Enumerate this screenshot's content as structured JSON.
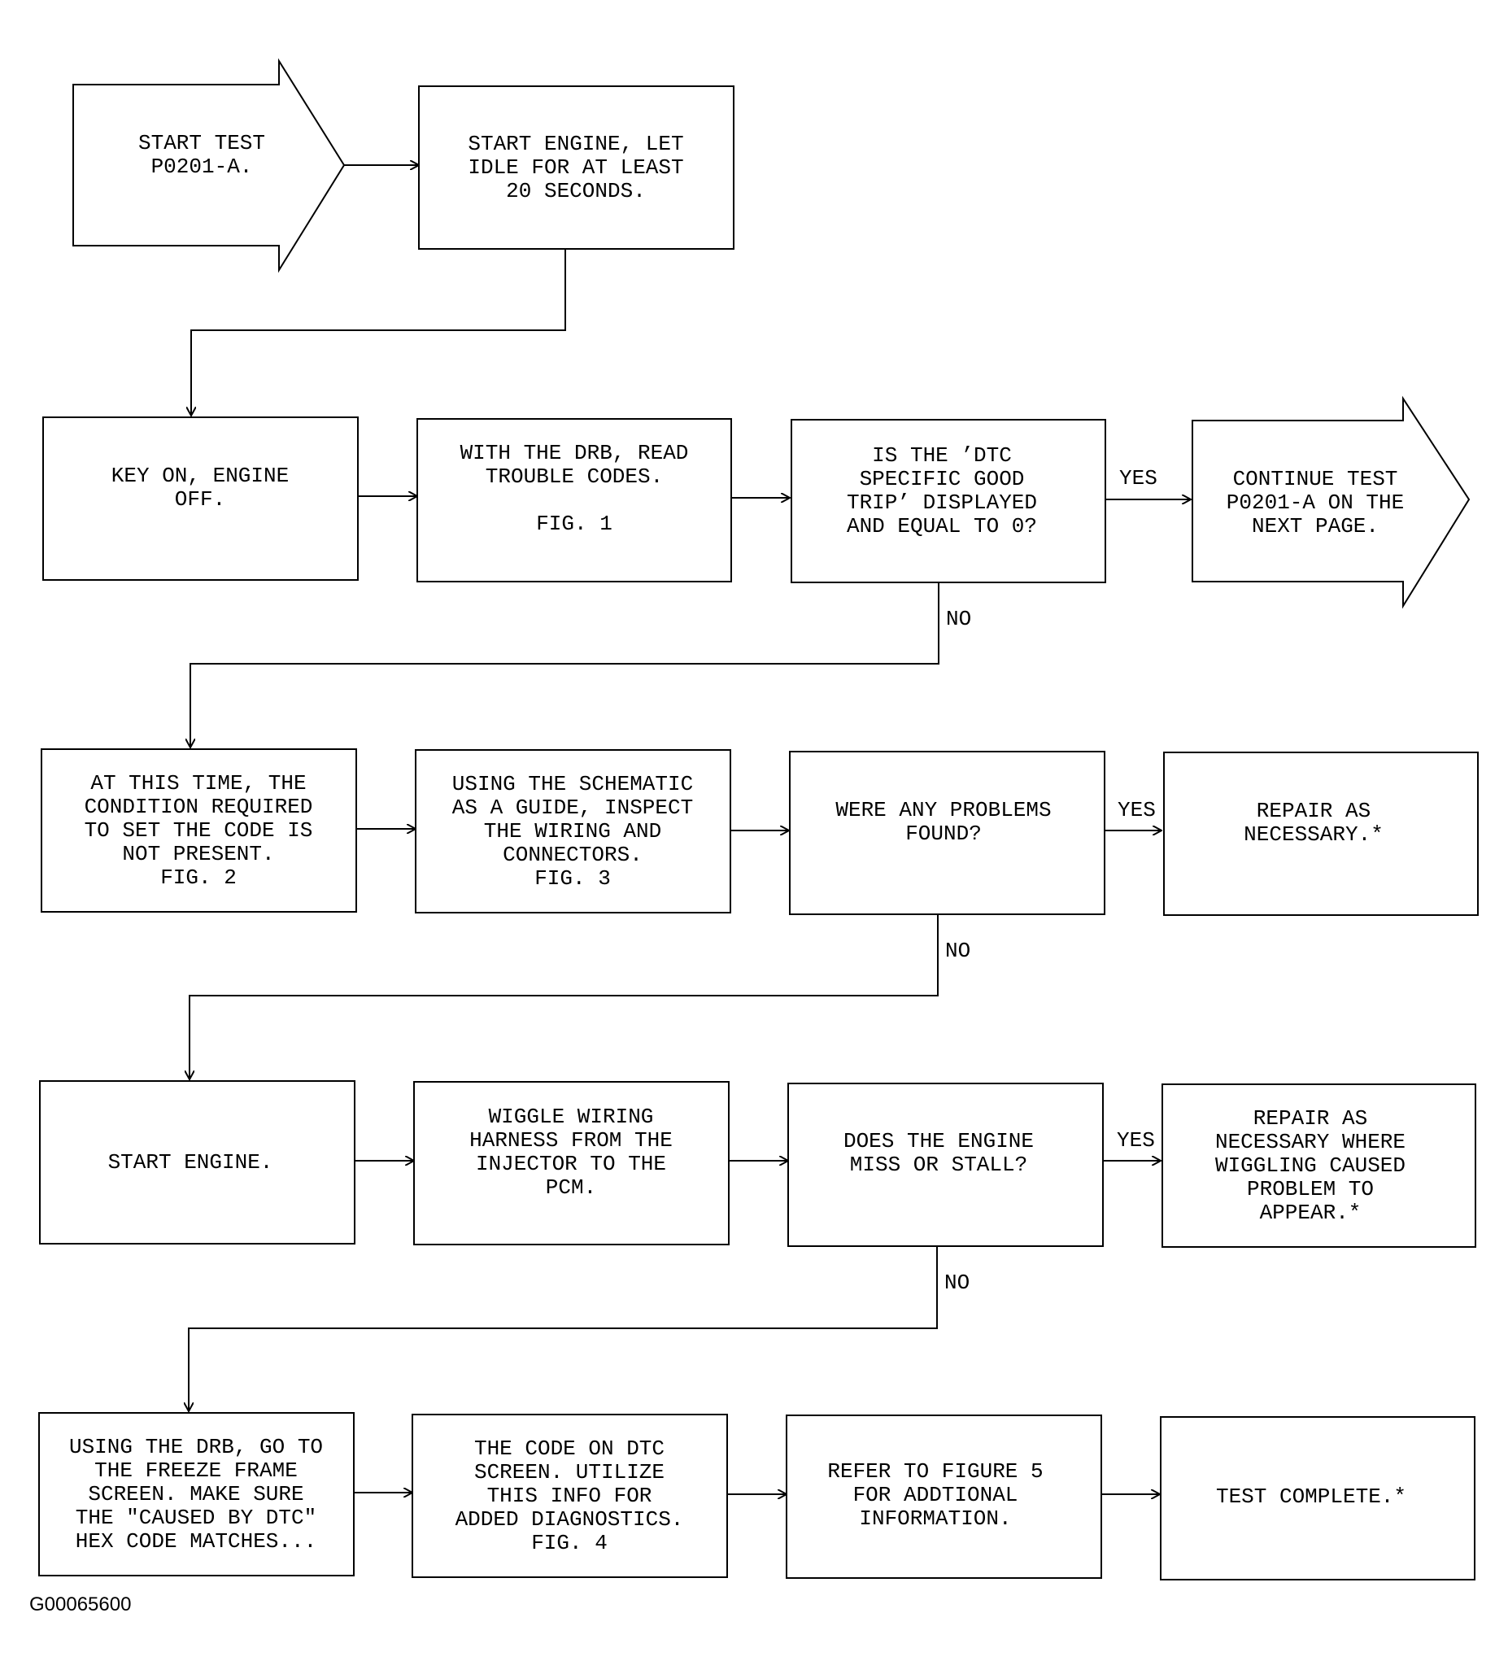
{
  "figure_id": "G00065600",
  "nodes": {
    "start_test": [
      "START TEST",
      "P0201-A."
    ],
    "start_engine_idle": [
      "START ENGINE, LET",
      "IDLE FOR AT LEAST",
      "20 SECONDS."
    ],
    "key_on_engine_off": [
      "KEY ON, ENGINE",
      "OFF."
    ],
    "read_trouble_codes": [
      "WITH THE DRB, READ",
      "TROUBLE CODES.",
      "",
      "FIG. 1"
    ],
    "good_trip_question": [
      "IS THE ’DTC",
      "SPECIFIC GOOD",
      "TRIP’ DISPLAYED",
      "AND EQUAL TO 0?"
    ],
    "continue_test": [
      "CONTINUE TEST",
      "P0201-A ON THE",
      "NEXT PAGE."
    ],
    "condition_not_present": [
      "AT THIS TIME, THE",
      "CONDITION REQUIRED",
      "TO SET THE CODE IS",
      "NOT PRESENT.",
      "FIG. 2"
    ],
    "inspect_wiring": [
      "USING THE SCHEMATIC",
      "AS A GUIDE, INSPECT",
      "THE WIRING AND",
      "CONNECTORS.",
      "FIG. 3"
    ],
    "problems_found_question": [
      "WERE ANY PROBLEMS",
      "FOUND?"
    ],
    "repair_as_necessary": [
      "REPAIR AS",
      "NECESSARY.*"
    ],
    "start_engine": [
      "START ENGINE."
    ],
    "wiggle_wiring": [
      "WIGGLE WIRING",
      "HARNESS FROM THE",
      "INJECTOR TO THE",
      "PCM."
    ],
    "miss_or_stall_question": [
      "DOES THE ENGINE",
      "MISS OR STALL?"
    ],
    "repair_wiggling": [
      "REPAIR AS",
      "NECESSARY WHERE",
      "WIGGLING CAUSED",
      "PROBLEM TO",
      "APPEAR.*"
    ],
    "freeze_frame": [
      "USING THE DRB, GO TO",
      "THE FREEZE FRAME",
      "SCREEN. MAKE SURE",
      "THE \"CAUSED BY DTC\"",
      "HEX CODE MATCHES..."
    ],
    "code_on_dtc_screen": [
      "THE CODE ON DTC",
      "SCREEN. UTILIZE",
      "THIS INFO FOR",
      "ADDED DIAGNOSTICS.",
      "FIG. 4"
    ],
    "refer_figure_5": [
      "REFER TO FIGURE 5",
      "FOR ADDTIONAL",
      "INFORMATION."
    ],
    "test_complete": [
      "TEST COMPLETE.*"
    ]
  },
  "edge_labels": {
    "good_trip_yes": "YES",
    "good_trip_no": "NO",
    "problems_yes": "YES",
    "problems_no": "NO",
    "miss_stall_yes": "YES",
    "miss_stall_no": "NO"
  }
}
